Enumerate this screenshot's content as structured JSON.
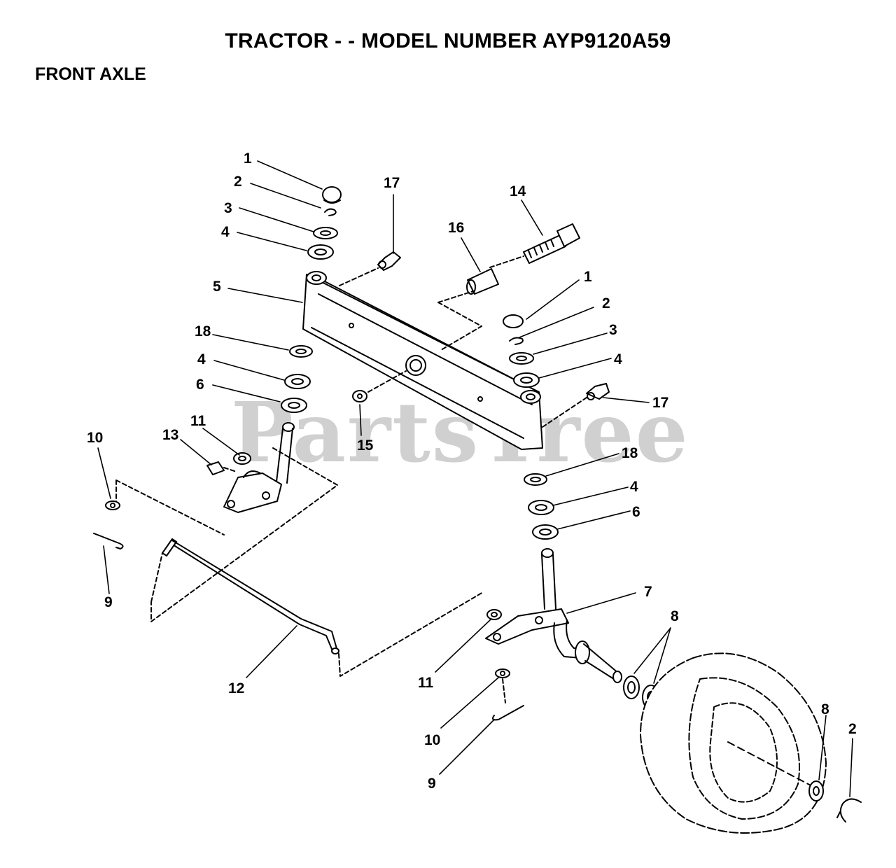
{
  "header": {
    "title": "TRACTOR - - MODEL NUMBER AYP9120A59",
    "section": "FRONT AXLE"
  },
  "watermark": "PartsTree",
  "callouts": [
    {
      "id": "c1a",
      "text": "1"
    },
    {
      "id": "c2a",
      "text": "2"
    },
    {
      "id": "c3a",
      "text": "3"
    },
    {
      "id": "c4a",
      "text": "4"
    },
    {
      "id": "c5",
      "text": "5"
    },
    {
      "id": "c18a",
      "text": "18"
    },
    {
      "id": "c4b",
      "text": "4"
    },
    {
      "id": "c6a",
      "text": "6"
    },
    {
      "id": "c17a",
      "text": "17"
    },
    {
      "id": "c14",
      "text": "14"
    },
    {
      "id": "c16",
      "text": "16"
    },
    {
      "id": "c1b",
      "text": "1"
    },
    {
      "id": "c2b",
      "text": "2"
    },
    {
      "id": "c3b",
      "text": "3"
    },
    {
      "id": "c4c",
      "text": "4"
    },
    {
      "id": "c17b",
      "text": "17"
    },
    {
      "id": "c15",
      "text": "15"
    },
    {
      "id": "c18b",
      "text": "18"
    },
    {
      "id": "c4d",
      "text": "4"
    },
    {
      "id": "c6b",
      "text": "6"
    },
    {
      "id": "c7",
      "text": "7"
    },
    {
      "id": "c8a",
      "text": "8"
    },
    {
      "id": "c8b",
      "text": "8"
    },
    {
      "id": "c2c",
      "text": "2"
    },
    {
      "id": "c10a",
      "text": "10"
    },
    {
      "id": "c13",
      "text": "13"
    },
    {
      "id": "c11a",
      "text": "11"
    },
    {
      "id": "c9a",
      "text": "9"
    },
    {
      "id": "c12",
      "text": "12"
    },
    {
      "id": "c11b",
      "text": "11"
    },
    {
      "id": "c10b",
      "text": "10"
    },
    {
      "id": "c9b",
      "text": "9"
    }
  ]
}
